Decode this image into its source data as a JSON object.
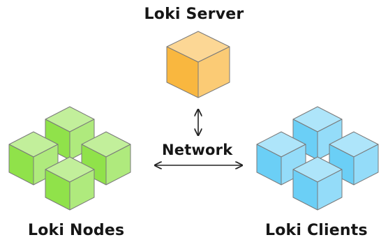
{
  "diagram": {
    "server": {
      "label": "Loki Server",
      "color": "#F9B73F"
    },
    "network": {
      "label": "Network"
    },
    "nodes": {
      "label": "Loki Nodes",
      "color": "#90E24A"
    },
    "clients": {
      "label": "Loki Clients",
      "color": "#6BCFF6"
    }
  }
}
